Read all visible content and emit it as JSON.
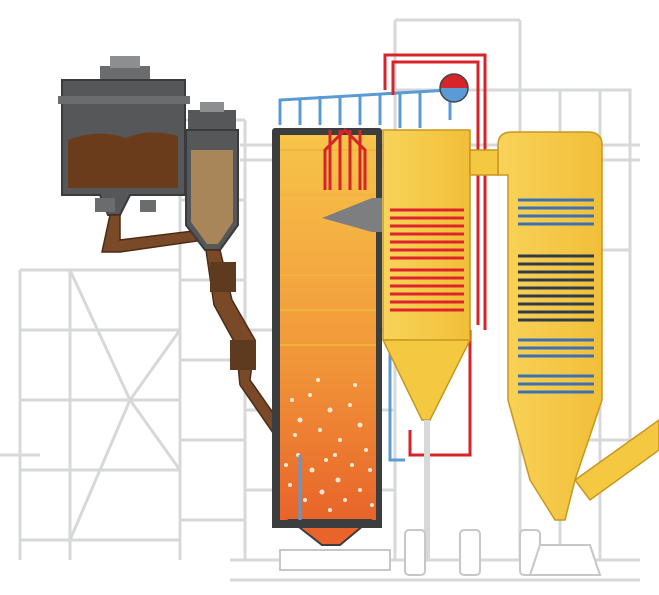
{
  "diagram": {
    "components": [
      {
        "id": "coal-bunker",
        "fill": "#5a5c5e",
        "content_color": "#6b3c1c"
      },
      {
        "id": "fuel-silo",
        "fill": "#5a5c5e",
        "content_color": "#a8865a"
      },
      {
        "id": "fuel-feed-chute",
        "fill": "#7a4a28"
      },
      {
        "id": "combustion-chamber",
        "fill_top": "#f7c34a",
        "fill_bottom": "#ee7a30"
      },
      {
        "id": "cyclone-separator",
        "fill": "#f5c842"
      },
      {
        "id": "backpass-heat-recovery",
        "fill": "#f5c842"
      },
      {
        "id": "steam-drum",
        "fill": "#e11b22"
      },
      {
        "id": "support-structure",
        "fill": "#d9dadb"
      }
    ],
    "colors": {
      "water_circuit": "#5b9bd5",
      "steam_circuit": "#d7232a",
      "heat_exchanger_red": "#e0242b",
      "economizer_blue": "#3c71b5",
      "structure_line": "#cfd1d2",
      "bed_particles": "#fff4e6",
      "hot_flame": "#ff6b00"
    }
  }
}
